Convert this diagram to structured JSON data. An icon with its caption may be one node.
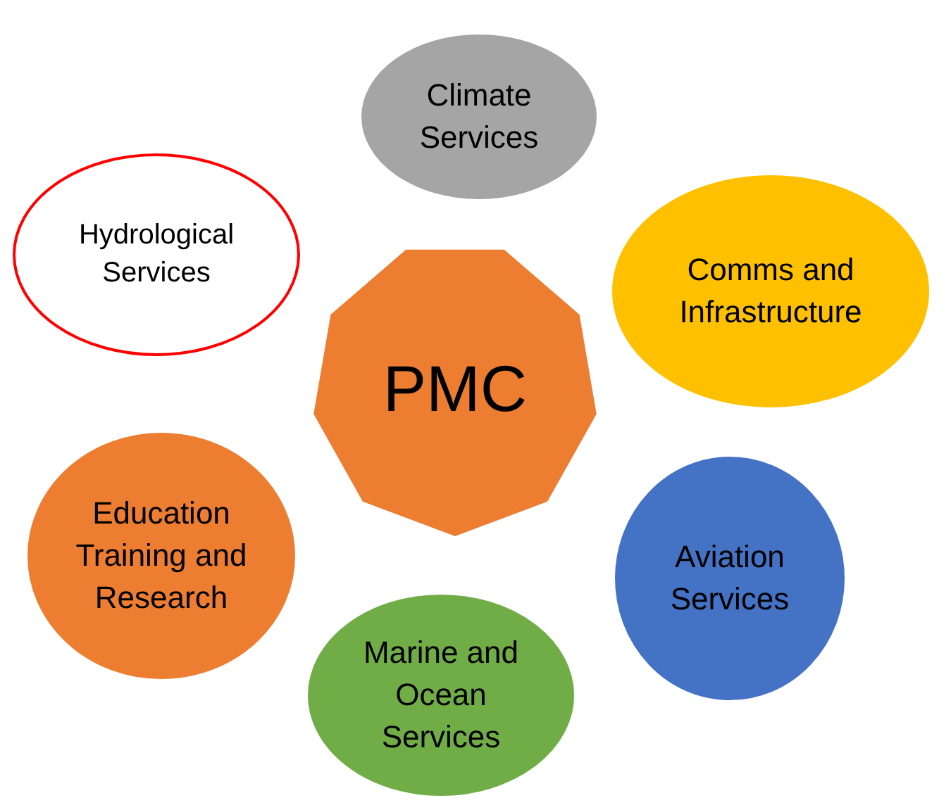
{
  "diagram": {
    "nodes": [
      {
        "text": [
          "PMC"
        ]
      },
      {
        "text": [
          "Climate Services"
        ]
      },
      {
        "text": [
          "Comms and Infrastructure"
        ]
      },
      {
        "text": [
          "Aviation Services"
        ]
      },
      {
        "text": [
          "Marine and Ocean Services"
        ]
      },
      {
        "text": [
          "Education Training and Research"
        ]
      },
      {
        "text": [
          "Hydrological Services"
        ]
      }
    ]
  }
}
